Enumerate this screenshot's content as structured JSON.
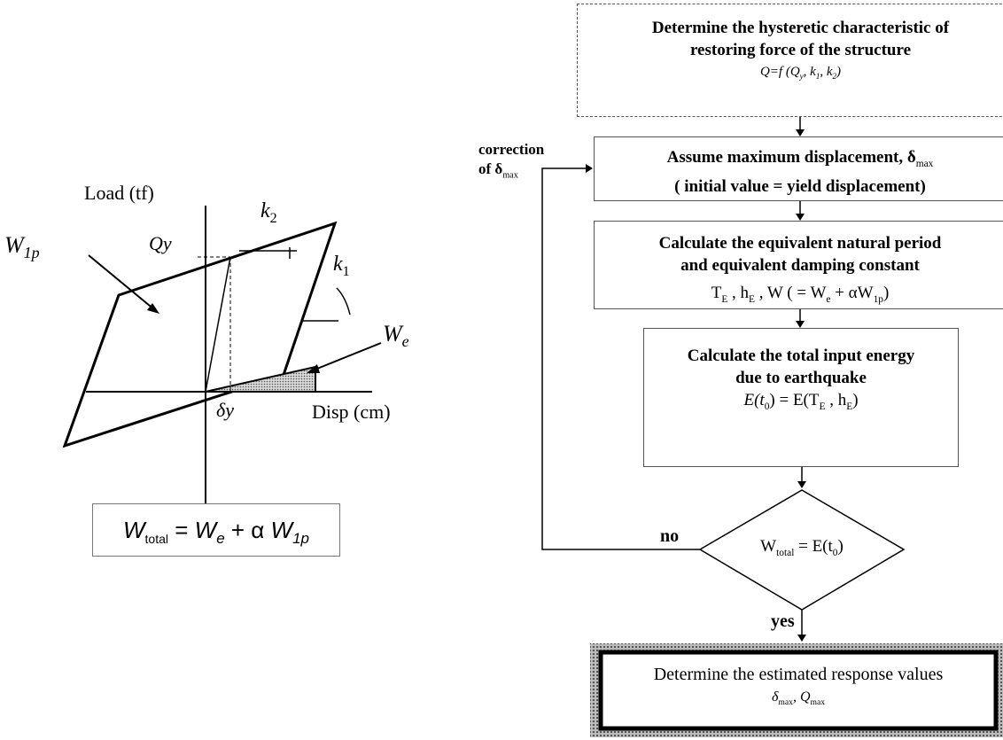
{
  "left_diagram": {
    "y_axis_label": "Load (tf)",
    "x_axis_label": "Disp (cm)",
    "qy_label": "Qy",
    "deltay_label": "δy",
    "k1_label": "k",
    "k1_sub": "1",
    "k2_label": "k",
    "k2_sub": "2",
    "w1p_label": "W",
    "w1p_sub": "1p",
    "we_label": "W",
    "we_sub": "e",
    "formula": {
      "lhs": "W",
      "lhs_sub": "total",
      "eq": " = ",
      "t1": "W",
      "t1_sub": "e",
      "plus": " + α ",
      "t2": "W",
      "t2_sub": "1p"
    }
  },
  "flowchart": {
    "step1_line1": "Determine the hysteretic characteristic of",
    "step1_line2": "restoring force of the structure",
    "step1_formula": "Q=f (Q",
    "step1_formula_sub": "y",
    "step1_formula_rest": ", k",
    "step1_k1_sub": "1",
    "step1_formula_rest2": ", k",
    "step1_k2_sub": "2",
    "step1_formula_end": ")",
    "step2_line1": "Assume maximum displacement,  δ",
    "step2_line1_sub": "max",
    "step2_line2": "( initial value = yield displacement)",
    "step3_line1": "Calculate the equivalent natural period",
    "step3_line2": "and equivalent damping constant",
    "step3_formula": "T",
    "step3_formula_sub1": "E",
    "step3_formula_mid": " ,  h",
    "step3_formula_sub2": "E",
    "step3_formula_w": " ,  W    ( = W",
    "step3_formula_sub3": "e",
    "step3_formula_alpha": " + αW",
    "step3_formula_sub4": "1p",
    "step3_formula_end": ")",
    "step4_line1": "Calculate the total input energy",
    "step4_line2": "due to earthquake",
    "step4_formula": "E(t",
    "step4_formula_sub0": "0",
    "step4_formula_mid": ") = E(T",
    "step4_formula_sub1": "E",
    "step4_formula_h": " , h",
    "step4_formula_sub2": "E",
    "step4_formula_end": ")",
    "decision_text": "W",
    "decision_sub": "total",
    "decision_rest": " = E(t",
    "decision_sub2": "0",
    "decision_end": ")",
    "no_label": "no",
    "yes_label": "yes",
    "correction_line1": "correction",
    "correction_line2": "of δ",
    "correction_sub": "max",
    "final_line1": "Determine the estimated response values",
    "final_formula": "δ",
    "final_sub1": "max",
    "final_mid": ", Q",
    "final_sub2": "max"
  }
}
